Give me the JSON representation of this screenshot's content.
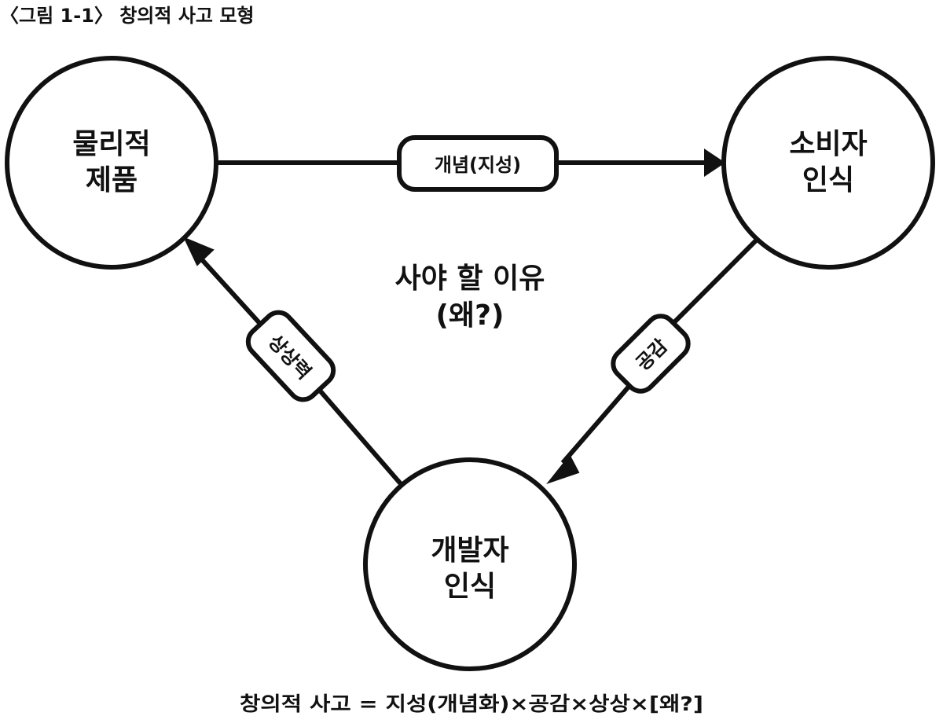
{
  "figure": {
    "title": "〈그림 1-1〉 창의적 사고 모형",
    "center_label": {
      "line1": "사야 할 이유",
      "line2": "(왜?)"
    },
    "formula": "창의적 사고 = 지성(개념화)×공감×상상×[왜?]"
  },
  "nodes": {
    "physical_product": {
      "line1": "물리적",
      "line2": "제품"
    },
    "consumer_perception": {
      "line1": "소비자",
      "line2": "인식"
    },
    "developer_perception": {
      "line1": "개발자",
      "line2": "인식"
    }
  },
  "edges": {
    "concept": {
      "label": "개념(지성)",
      "from": "physical_product",
      "to": "consumer_perception"
    },
    "empathy": {
      "label": "공감",
      "from": "consumer_perception",
      "to": "developer_perception"
    },
    "imagination": {
      "label": "상상력",
      "from": "developer_perception",
      "to": "physical_product"
    }
  },
  "colors": {
    "stroke": "#111111",
    "fill": "#ffffff",
    "text": "#111111"
  }
}
